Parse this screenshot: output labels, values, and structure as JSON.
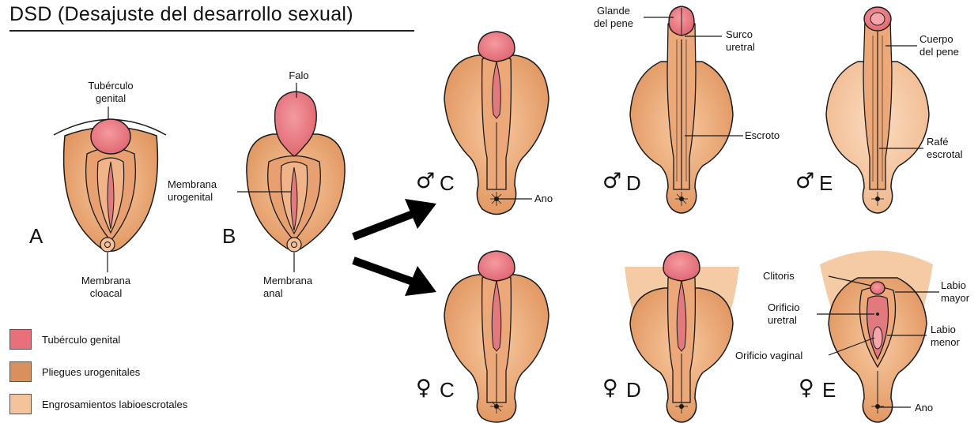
{
  "title": "DSD (Desajuste del desarrollo sexual)",
  "colors": {
    "genital_tubercle": "#e8707a",
    "urogenital_folds": "#d8905c",
    "labioscrotal_swellings": "#f5c39a",
    "outline": "#1a1a1a"
  },
  "labels": {
    "tuberculo_genital": "Tubérculo\ngenital",
    "falo": "Falo",
    "membrana_urogenital": "Membrana\nurogenital",
    "membrana_cloacal": "Membrana\ncloacal",
    "membrana_anal": "Membrana\nanal",
    "ano_c": "Ano",
    "glande": "Glande\ndel pene",
    "surco": "Surco\nuretral",
    "escroto": "Escroto",
    "cuerpo": "Cuerpo\ndel pene",
    "rafe": "Rafé\nescrotal",
    "clitoris": "Clitoris",
    "labio_mayor": "Labio\nmayor",
    "orificio_uretral": "Orificio\nuretral",
    "labio_menor": "Labio\nmenor",
    "orificio_vaginal": "Orificio vaginal",
    "ano_e": "Ano"
  },
  "stage_letters": {
    "a": "A",
    "b": "B",
    "c": "C",
    "d": "D",
    "e": "E"
  },
  "symbols": {
    "male": "♂",
    "female": "♀"
  },
  "legend": [
    {
      "label": "Tubérculo genital",
      "color": "#e8707a"
    },
    {
      "label": "Pliegues urogenitales",
      "color": "#d8905c"
    },
    {
      "label": "Engrosamientos labioescrotales",
      "color": "#f5c39a"
    }
  ]
}
